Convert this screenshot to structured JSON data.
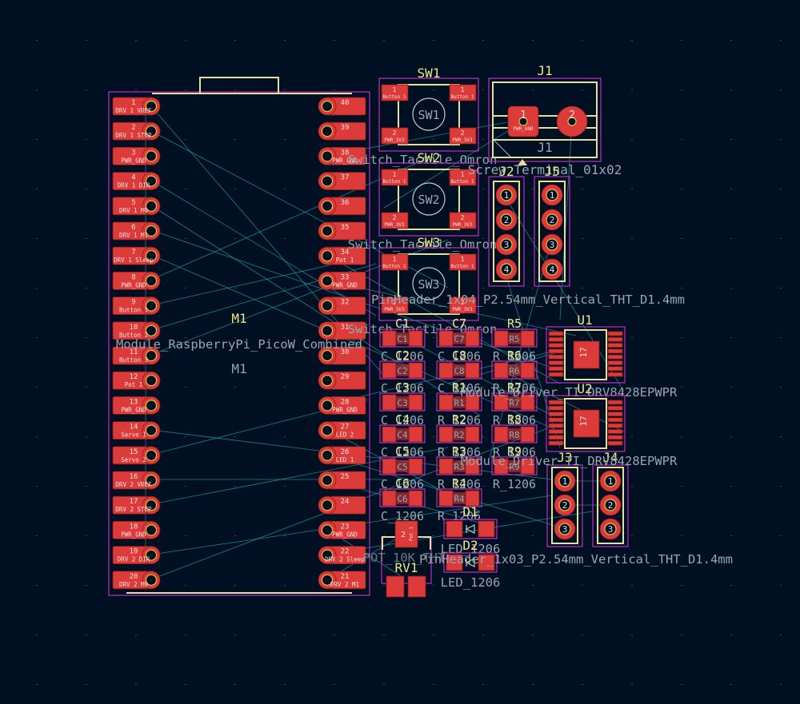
{
  "app": {
    "name": "KiCad PCB Editor",
    "view": "board canvas"
  },
  "colors": {
    "background": "#001023",
    "pad": "#dd3a3a",
    "silkscreen": "#e6e0a0",
    "courtyard": "#c030c0",
    "ratsnest": "#1fa8b0",
    "reference_text": "#e8e88a",
    "value_text": "#9aa5b0"
  },
  "module": {
    "ref": "M1",
    "ref2": "M1",
    "value": "Module_RaspberryPi_PicoW_Combined",
    "left_pins": [
      {
        "num": "1",
        "net": "DRV 1 VREF"
      },
      {
        "num": "2",
        "net": "DRV 1 STEP"
      },
      {
        "num": "3",
        "net": "PWR_GND"
      },
      {
        "num": "4",
        "net": "DRV 1 DIR"
      },
      {
        "num": "5",
        "net": "DRV 1 M0"
      },
      {
        "num": "6",
        "net": "DRV 1 M1"
      },
      {
        "num": "7",
        "net": "DRV 1 Sleep"
      },
      {
        "num": "8",
        "net": "PWR_GND"
      },
      {
        "num": "9",
        "net": "Button 1"
      },
      {
        "num": "10",
        "net": "Button 2"
      },
      {
        "num": "11",
        "net": "Button 3"
      },
      {
        "num": "12",
        "net": "Pot 1"
      },
      {
        "num": "13",
        "net": "PWR_GND"
      },
      {
        "num": "14",
        "net": "Servo 1"
      },
      {
        "num": "15",
        "net": "Servo 2"
      },
      {
        "num": "16",
        "net": "DRV 2 VREF"
      },
      {
        "num": "17",
        "net": "DRV 2 STEP"
      },
      {
        "num": "18",
        "net": "PWR_GND"
      },
      {
        "num": "19",
        "net": "DRV 2 DIR"
      },
      {
        "num": "20",
        "net": "DRV 2 M0"
      }
    ],
    "right_pins": [
      {
        "num": "40",
        "net": ""
      },
      {
        "num": "39",
        "net": ""
      },
      {
        "num": "38",
        "net": "PWR_GND"
      },
      {
        "num": "37",
        "net": ""
      },
      {
        "num": "36",
        "net": ""
      },
      {
        "num": "35",
        "net": ""
      },
      {
        "num": "34",
        "net": "Pot 1"
      },
      {
        "num": "33",
        "net": "PWR_GND"
      },
      {
        "num": "32",
        "net": ""
      },
      {
        "num": "31",
        "net": ""
      },
      {
        "num": "30",
        "net": ""
      },
      {
        "num": "29",
        "net": ""
      },
      {
        "num": "28",
        "net": "PWR_GND"
      },
      {
        "num": "27",
        "net": "LED 2"
      },
      {
        "num": "26",
        "net": "LED 1"
      },
      {
        "num": "25",
        "net": ""
      },
      {
        "num": "24",
        "net": ""
      },
      {
        "num": "23",
        "net": "PWR_GND"
      },
      {
        "num": "22",
        "net": "DRV 2 Sleep"
      },
      {
        "num": "21",
        "net": "DRV 2 M1"
      }
    ]
  },
  "switches": [
    {
      "ref": "SW1",
      "center_label": "SW1",
      "value": "Switch_Tactile_Omron",
      "pads": [
        {
          "num": "1",
          "net": "Button 1"
        },
        {
          "num": "1",
          "net": "Button 1"
        },
        {
          "num": "2",
          "net": "PWR_3V3"
        },
        {
          "num": "2",
          "net": "PWR_3V3"
        }
      ]
    },
    {
      "ref": "SW2",
      "center_label": "SW2",
      "value": "Switch_Tactile_Omron",
      "pads": [
        {
          "num": "1",
          "net": "Button 1"
        },
        {
          "num": "1",
          "net": "Button 1"
        },
        {
          "num": "2",
          "net": "PWR_3V3"
        },
        {
          "num": "2",
          "net": "PWR_3V3"
        }
      ]
    },
    {
      "ref": "SW3",
      "center_label": "SW3",
      "value": "Switch_Tactile_Omron",
      "pads": [
        {
          "num": "1",
          "net": "Button 1"
        },
        {
          "num": "1",
          "net": "Button 1"
        },
        {
          "num": "2",
          "net": "PWR_3V3"
        },
        {
          "num": "2",
          "net": "PWR_3V3"
        }
      ]
    }
  ],
  "terminal": {
    "ref": "J1",
    "ref2": "J1",
    "value": "Screw_Terminal_01x02",
    "pads": [
      {
        "num": "1",
        "net": "PWR_GND"
      },
      {
        "num": "2",
        "net": ""
      }
    ]
  },
  "headers4": [
    {
      "ref": "J2",
      "pins": [
        "1",
        "2",
        "3",
        "4"
      ]
    },
    {
      "ref": "J5",
      "pins": [
        "1",
        "2",
        "3",
        "4"
      ]
    }
  ],
  "header_value": "PinHeader_1x04_P2.54mm_Vertical_THT_D1.4mm",
  "headers3": [
    {
      "ref": "J3",
      "pins": [
        "1",
        "2",
        "3"
      ]
    },
    {
      "ref": "J4",
      "pins": [
        "1",
        "2",
        "3"
      ]
    }
  ],
  "header3_value": "PinHeader_1x03_P2.54mm_Vertical_THT_D1.4mm",
  "passives": [
    {
      "ref": "C1",
      "value": "C_1206"
    },
    {
      "ref": "C7",
      "value": "C_1206"
    },
    {
      "ref": "R5",
      "value": "R_1206"
    },
    {
      "ref": "C2",
      "value": "C_1206"
    },
    {
      "ref": "C8",
      "value": "C_1206"
    },
    {
      "ref": "R6",
      "value": "R_1206"
    },
    {
      "ref": "C3",
      "value": "C_1206"
    },
    {
      "ref": "R1",
      "value": "R_1206"
    },
    {
      "ref": "R7",
      "value": "R_1206"
    },
    {
      "ref": "C4",
      "value": "C_1206"
    },
    {
      "ref": "R2",
      "value": "R_1206"
    },
    {
      "ref": "R8",
      "value": "R_1206"
    },
    {
      "ref": "C5",
      "value": "C_1206"
    },
    {
      "ref": "R3",
      "value": "R_1206"
    },
    {
      "ref": "R9",
      "value": "R_1206"
    },
    {
      "ref": "C6",
      "value": "C_1206"
    },
    {
      "ref": "R4",
      "value": "R_1206"
    }
  ],
  "drivers": [
    {
      "ref": "U1",
      "pad_num": "17",
      "value": "Module_Driver_TI_DRV8428EPWPR"
    },
    {
      "ref": "U2",
      "pad_num": "17",
      "value": "Module_Driver_TI_DRV8428EPWPR"
    }
  ],
  "leds": [
    {
      "ref": "D1",
      "value": "LED_1206"
    },
    {
      "ref": "D2",
      "value": "LED_1206"
    }
  ],
  "pot": {
    "ref": "RV1",
    "value": "POT_10K_THT",
    "pad_net": "Pot 1",
    "pad_num": "2"
  }
}
